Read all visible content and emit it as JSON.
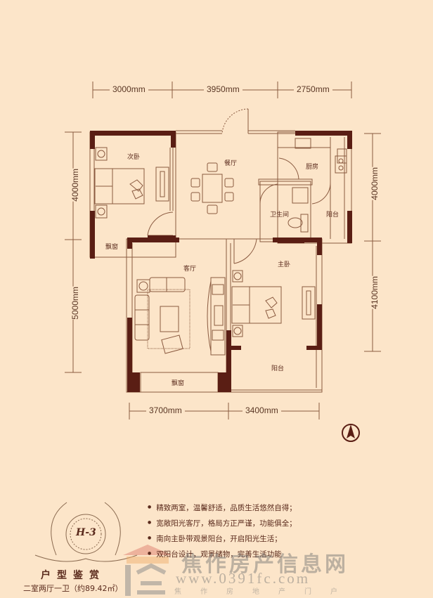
{
  "floorplan": {
    "unit_badge": "H-3",
    "dimensions": {
      "top": [
        "3000mm",
        "3950mm",
        "2750mm"
      ],
      "bottom": [
        "3700mm",
        "3400mm"
      ],
      "left": [
        "4000mm",
        "5000mm"
      ],
      "right": [
        "4000mm",
        "4100mm"
      ]
    },
    "rooms": {
      "second_bedroom": "次卧",
      "dining": "餐厅",
      "kitchen": "厨房",
      "bathroom": "卫生间",
      "kitchen_balcony": "阳台",
      "bay_window_left": "飘窗",
      "living": "客厅",
      "master_bedroom": "主卧",
      "master_balcony": "阳台",
      "bay_window_living": "飘窗"
    },
    "compass": "north-arrow-icon"
  },
  "info": {
    "title": "户型鉴赏",
    "subtitle": "二室两厅一卫（约89.42㎡）",
    "features": [
      "精致两室，温馨舒适，品质生活悠然自得；",
      "宽敞阳光客厅，格局方正严谨，功能俱全；",
      "南向主卧带观景阳台，开启阳光生活；",
      "双阳台设计，观景储物，完善生活功能"
    ]
  },
  "watermark": {
    "name": "焦作房产信息网",
    "url": "www.0391fc.com",
    "tagline": "焦作房地产门户"
  },
  "colors": {
    "background": "#fce5c9",
    "wall": "#5a1e14",
    "line": "#8a5a40",
    "text": "#5a2a1c"
  }
}
